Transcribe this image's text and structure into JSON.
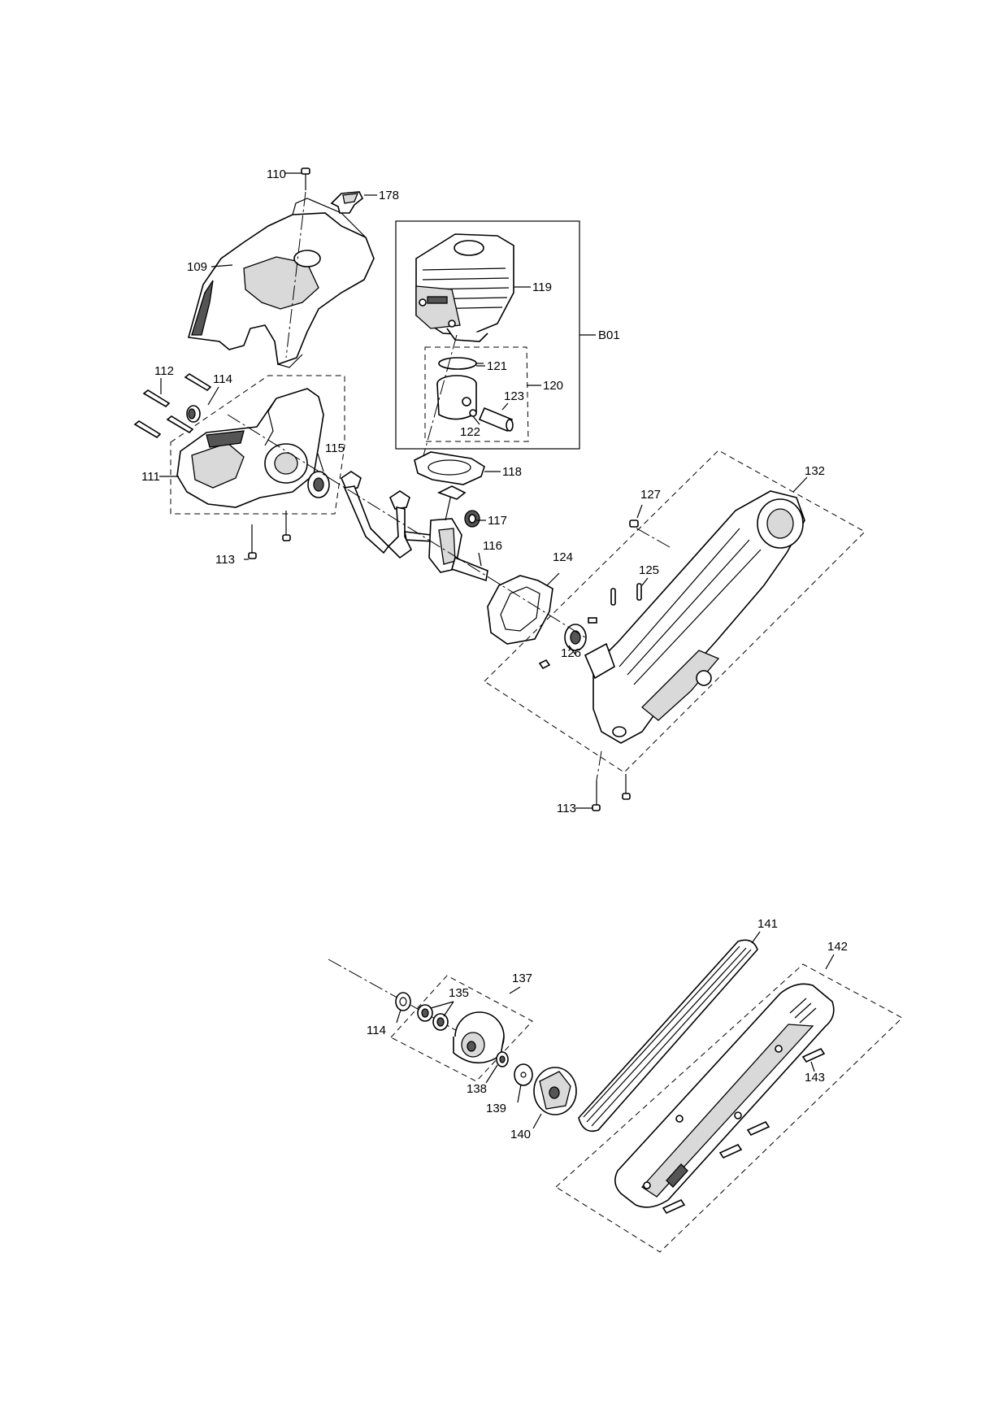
{
  "diagram": {
    "parts": {
      "p109": "109",
      "p110": "110",
      "p111": "111",
      "p112": "112",
      "p113a": "113",
      "p113b": "113",
      "p114a": "114",
      "p114b": "114",
      "p115": "115",
      "p116": "116",
      "p117": "117",
      "p118": "118",
      "p119": "119",
      "p120": "120",
      "p121": "121",
      "p122": "122",
      "p123": "123",
      "p124": "124",
      "p125": "125",
      "p126": "126",
      "p127": "127",
      "p132": "132",
      "p135": "135",
      "p137": "137",
      "p138": "138",
      "p139": "139",
      "p140": "140",
      "p141": "141",
      "p142": "142",
      "p143": "143",
      "p178": "178",
      "b01": "B01"
    }
  }
}
